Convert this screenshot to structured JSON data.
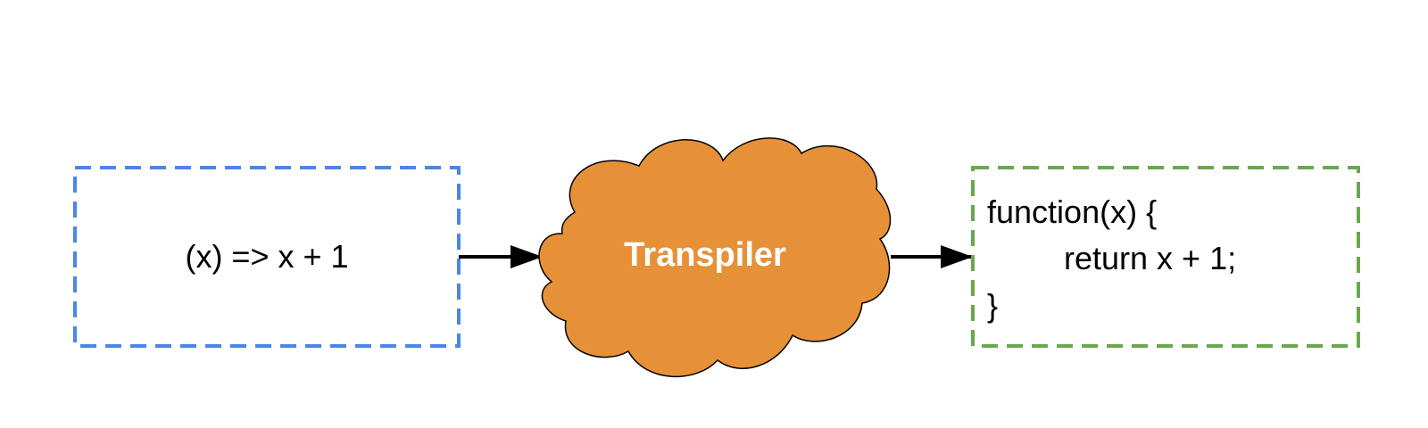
{
  "diagram": {
    "input": {
      "code": "(x) => x + 1",
      "border_color": "#4A86E8"
    },
    "process": {
      "label": "Transpiler",
      "fill_color": "#E69138"
    },
    "output": {
      "lines": [
        "function(x) {",
        "return x + 1;",
        "}"
      ],
      "border_color": "#6AA84F"
    },
    "arrow_color": "#000000"
  }
}
